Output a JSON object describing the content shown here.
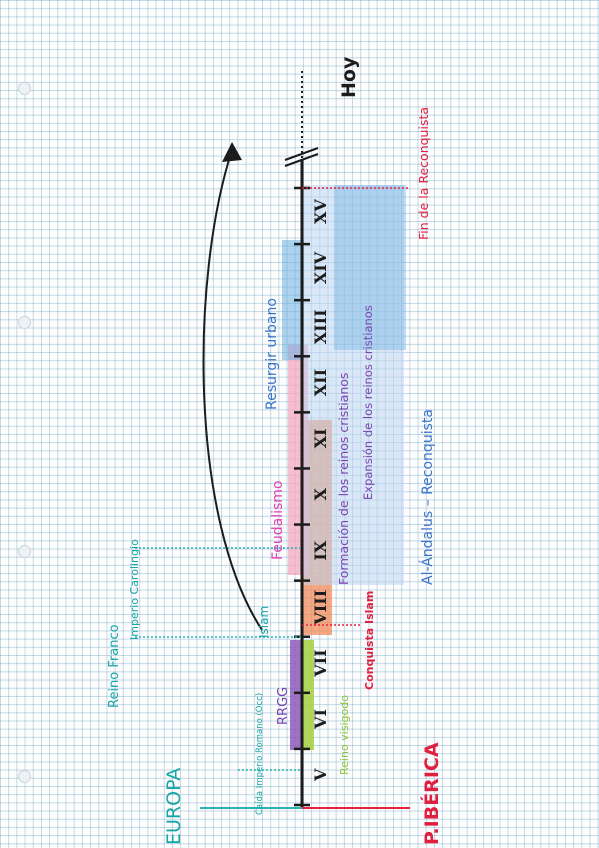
{
  "axis": {
    "europe_label": "EUROPA",
    "iberia_label": "P.IBÉRICA",
    "today_label": "Hoy"
  },
  "centuries": [
    "V",
    "VI",
    "VII",
    "VIII",
    "IX",
    "X",
    "XI",
    "XII",
    "XIII",
    "XIV",
    "XV"
  ],
  "europe": {
    "caida_imperio": "Caída Imperio Romano (Occ)",
    "reino_franco": "Reino Franco",
    "imperio_carolingio": "Imperio Carolingio",
    "rrgg": "RRGG",
    "islam": "Islam",
    "feudalismo": "Feudalismo",
    "resurgir_urbano": "Resurgir urbano"
  },
  "iberia": {
    "reino_visigodo": "Reino visigodo",
    "conquista_islam": "Conquista Islam",
    "formacion": "Formación de los reinos cristianos",
    "expansion": "Expansión de los reinos cristianos",
    "al_andalus": "Al-Ándalus – Reconquista",
    "fin_reconquista": "Fin de la Reconquista"
  },
  "colors": {
    "axis": "#1c1c1c",
    "europe_line": "#2bb3b3",
    "iberia_line": "#e8203c",
    "rrgg": "#8d5ab8",
    "visigodo": "#a8d24a",
    "islam_expansion": "#f08a5a",
    "feudalismo": "#f3a8c2",
    "resurgir": "#6aaee0",
    "al_andalus": "#bcd6f2",
    "teal_text": "#17a6a6",
    "pink_text": "#e040b0",
    "blue_text": "#3a74c8",
    "purple_text": "#7a44b0",
    "red_text": "#e02040",
    "green_text": "#8ac43a"
  }
}
